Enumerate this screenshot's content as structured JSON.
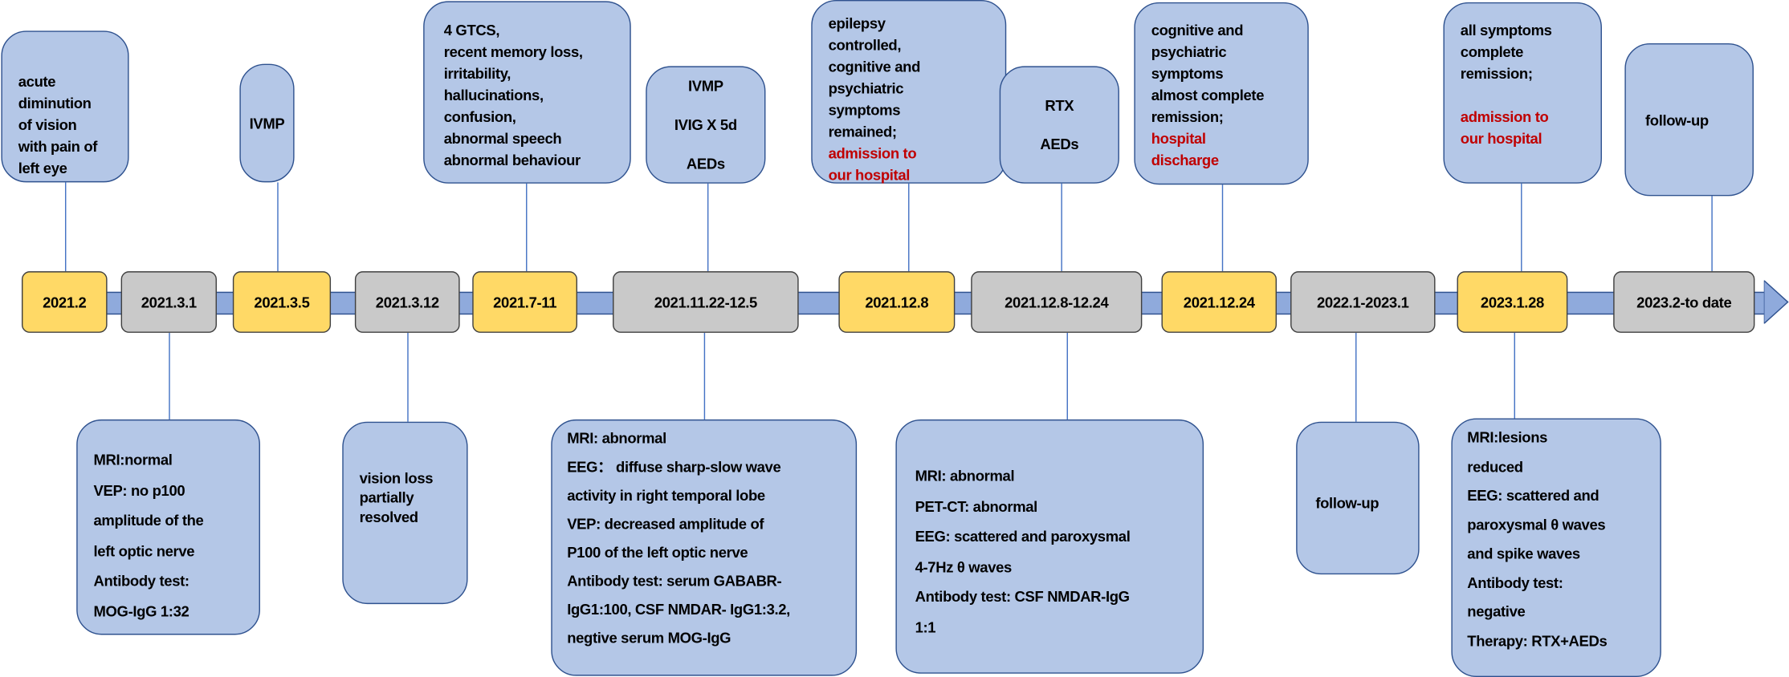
{
  "colors": {
    "box_fill": "#b4c7e7",
    "box_border": "#2f528f",
    "date_yellow": "#ffd966",
    "date_gray": "#c9c9c9",
    "band": "#8faadc",
    "highlight": "#c00000",
    "connector": "#4472c4"
  },
  "top_events": [
    {
      "lines": [
        {
          "text": "acute"
        },
        {
          "text": "diminution"
        },
        {
          "text": "of vision"
        },
        {
          "text": "with pain of"
        },
        {
          "text": "left eye"
        }
      ]
    },
    {
      "lines": [
        {
          "text": "IVMP"
        }
      ]
    },
    {
      "lines": [
        {
          "text": "4 GTCS,"
        },
        {
          "text": "recent memory loss,"
        },
        {
          "text": "irritability,"
        },
        {
          "text": "hallucinations,"
        },
        {
          "text": "confusion,"
        },
        {
          "text": "abnormal speech"
        },
        {
          "text": "abnormal behaviour"
        }
      ]
    },
    {
      "lines": [
        {
          "text": "IVMP"
        },
        {
          "text": ""
        },
        {
          "text": "IVIG X 5d"
        },
        {
          "text": ""
        },
        {
          "text": "AEDs"
        }
      ]
    },
    {
      "lines": [
        {
          "text": "epilepsy"
        },
        {
          "text": "controlled,"
        },
        {
          "text": "cognitive and"
        },
        {
          "text": "psychiatric"
        },
        {
          "text": "symptoms"
        },
        {
          "text": "remained;"
        },
        {
          "text": "admission to",
          "highlight": true
        },
        {
          "text": "our hospital",
          "highlight": true
        }
      ]
    },
    {
      "lines": [
        {
          "text": "RTX"
        },
        {
          "text": ""
        },
        {
          "text": "AEDs"
        }
      ]
    },
    {
      "lines": [
        {
          "text": "cognitive and"
        },
        {
          "text": "psychiatric"
        },
        {
          "text": "symptoms"
        },
        {
          "text": "almost complete"
        },
        {
          "text": "remission;"
        },
        {
          "text": "hospital",
          "highlight": true
        },
        {
          "text": "discharge",
          "highlight": true
        }
      ]
    },
    {
      "lines": [
        {
          "text": "all symptoms"
        },
        {
          "text": "complete"
        },
        {
          "text": "remission;"
        },
        {
          "text": ""
        },
        {
          "text": "admission to",
          "highlight": true
        },
        {
          "text": "our hospital",
          "highlight": true
        }
      ]
    },
    {
      "lines": [
        {
          "text": "follow-up"
        }
      ]
    }
  ],
  "dates": [
    {
      "label": "2021.2",
      "kind": "yellow"
    },
    {
      "label": "2021.3.1",
      "kind": "gray"
    },
    {
      "label": "2021.3.5",
      "kind": "yellow"
    },
    {
      "label": "2021.3.12",
      "kind": "gray"
    },
    {
      "label": "2021.7-11",
      "kind": "yellow"
    },
    {
      "label": "2021.11.22-12.5",
      "kind": "gray"
    },
    {
      "label": "2021.12.8",
      "kind": "yellow"
    },
    {
      "label": "2021.12.8-12.24",
      "kind": "gray"
    },
    {
      "label": "2021.12.24",
      "kind": "yellow"
    },
    {
      "label": "2022.1-2023.1",
      "kind": "gray"
    },
    {
      "label": "2023.1.28",
      "kind": "yellow"
    },
    {
      "label": "2023.2-to date",
      "kind": "gray"
    }
  ],
  "bottom_events": [
    {
      "lines": [
        {
          "text": "MRI:normal"
        },
        {
          "text": "VEP: no p100"
        },
        {
          "text": "amplitude of the"
        },
        {
          "text": "left optic nerve"
        },
        {
          "text": "Antibody test:"
        },
        {
          "text": "MOG-IgG 1:32"
        }
      ]
    },
    {
      "lines": [
        {
          "text": "vision loss"
        },
        {
          "text": "partially"
        },
        {
          "text": "resolved"
        }
      ]
    },
    {
      "lines": [
        {
          "text": "MRI: abnormal"
        },
        {
          "text": "EEG： diffuse sharp-slow wave"
        },
        {
          "text": "activity in right temporal lobe"
        },
        {
          "text": "VEP: decreased amplitude of"
        },
        {
          "text": "P100 of the left optic nerve"
        },
        {
          "text": "Antibody test: serum GABABR-"
        },
        {
          "text": "IgG1:100, CSF NMDAR- IgG1:3.2,"
        },
        {
          "text": "negtive serum MOG-IgG"
        }
      ]
    },
    {
      "lines": [
        {
          "text": "MRI: abnormal"
        },
        {
          "text": "PET-CT: abnormal"
        },
        {
          "text": "EEG: scattered and paroxysmal"
        },
        {
          "text": "4-7Hz θ waves"
        },
        {
          "text": "Antibody test: CSF NMDAR-IgG"
        },
        {
          "text": "1:1"
        }
      ]
    },
    {
      "lines": [
        {
          "text": "follow-up"
        }
      ]
    },
    {
      "lines": [
        {
          "text": "MRI:lesions"
        },
        {
          "text": "reduced"
        },
        {
          "text": "EEG: scattered and"
        },
        {
          "text": "paroxysmal θ waves"
        },
        {
          "text": "and spike waves"
        },
        {
          "text": "Antibody test:"
        },
        {
          "text": "negative"
        },
        {
          "text": "Therapy: RTX+AEDs"
        }
      ]
    }
  ]
}
